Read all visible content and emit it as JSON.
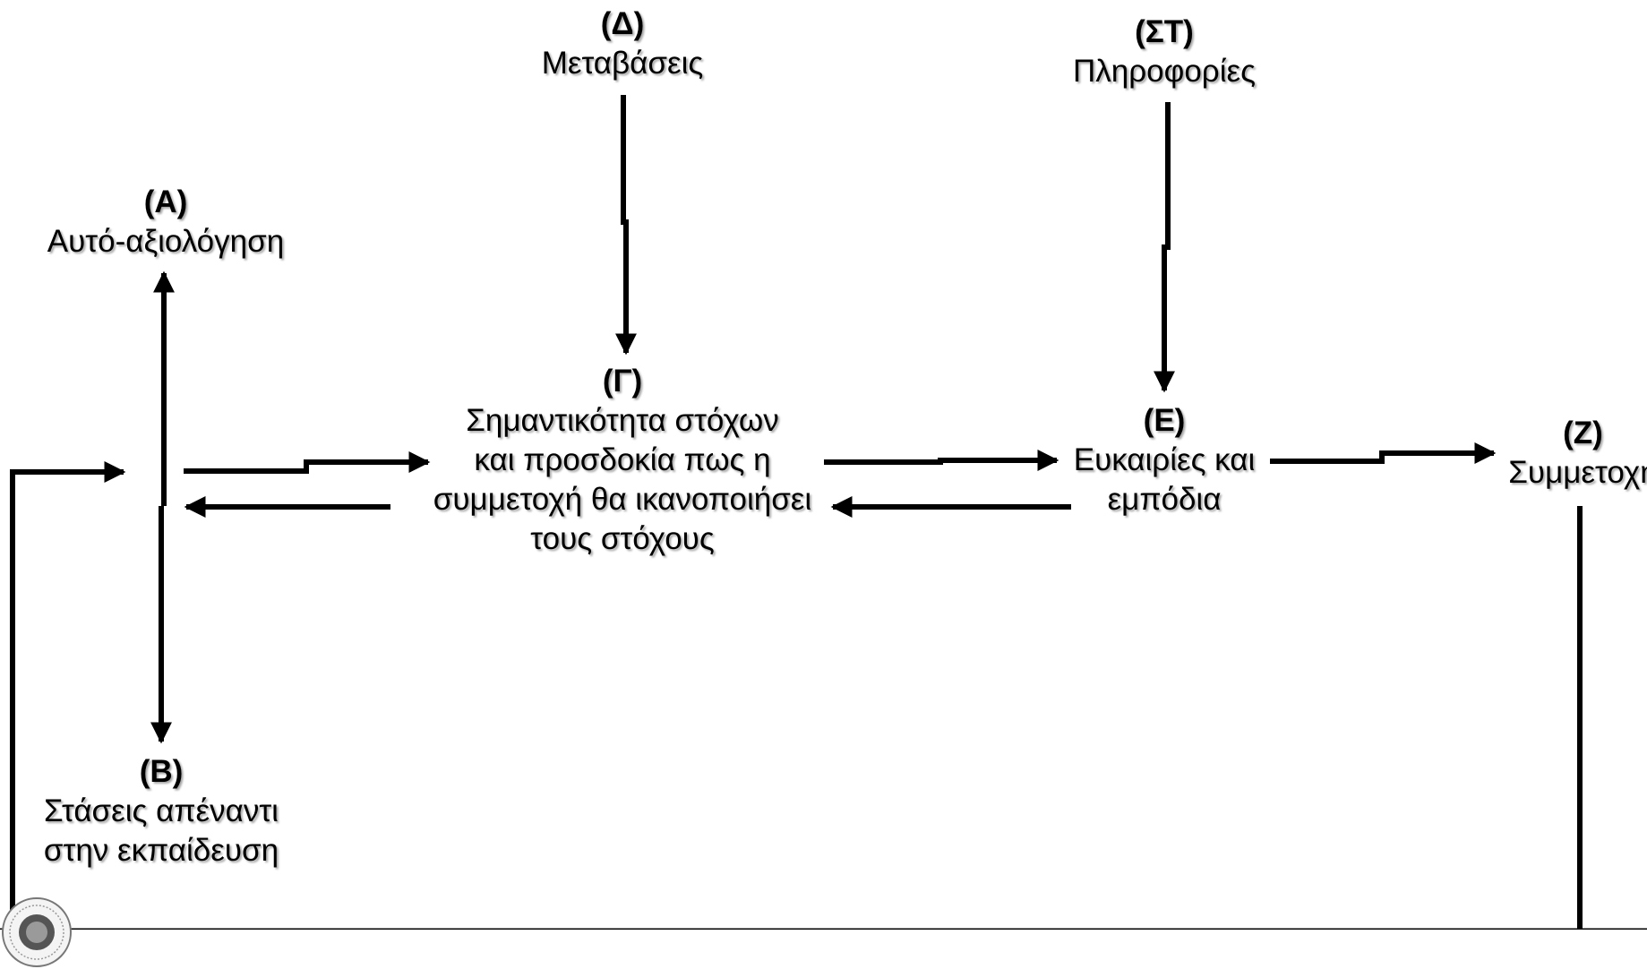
{
  "diagram": {
    "nodes": {
      "a": {
        "code": "(Α)",
        "label": "Αυτό-αξιολόγηση"
      },
      "b": {
        "code": "(Β)",
        "label": "Στάσεις απέναντι\nστην εκπαίδευση"
      },
      "g": {
        "code": "(Γ)",
        "label": "Σημαντικότητα στόχων\nκαι προσδοκία πως η\nσυμμετοχή θα ικανοποιήσει\nτους στόχους"
      },
      "d": {
        "code": "(Δ)",
        "label": "Μεταβάσεις"
      },
      "st": {
        "code": "(ΣΤ)",
        "label": "Πληροφορίες"
      },
      "e": {
        "code": "(Ε)",
        "label": "Ευκαιρίες και\nεμπόδια"
      },
      "z": {
        "code": "(Ζ)",
        "label": "Συμμετοχή"
      }
    },
    "edges": [
      {
        "from": "hub",
        "to": "a"
      },
      {
        "from": "hub",
        "to": "b"
      },
      {
        "from": "hub",
        "to": "g"
      },
      {
        "from": "g",
        "to": "hub"
      },
      {
        "from": "d",
        "to": "g"
      },
      {
        "from": "g",
        "to": "e"
      },
      {
        "from": "e",
        "to": "g"
      },
      {
        "from": "st",
        "to": "e"
      },
      {
        "from": "e",
        "to": "z"
      },
      {
        "from": "z",
        "to": "hub"
      }
    ],
    "colors": {
      "line": "#000000",
      "text": "#000000",
      "background": "#ffffff"
    },
    "icons": {
      "seal": "university-seal-icon"
    }
  }
}
